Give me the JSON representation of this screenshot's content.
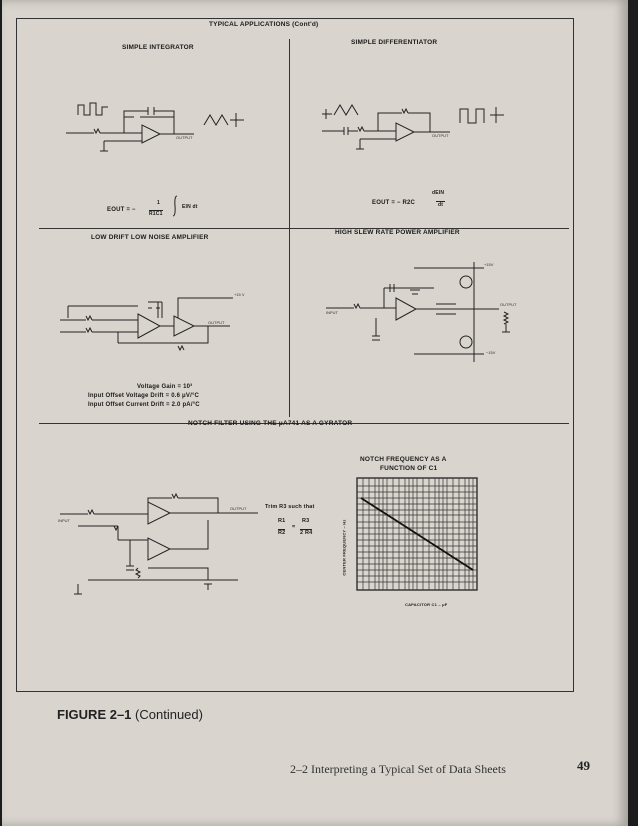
{
  "header": {
    "title": "TYPICAL APPLICATIONS (Cont'd)"
  },
  "integrator": {
    "title": "SIMPLE INTEGRATOR",
    "formula_lhs": "EOUT = −",
    "formula_num": "1",
    "formula_den": "R1C1",
    "formula_rhs": "EIN dt"
  },
  "differentiator": {
    "title": "SIMPLE DIFFERENTIATOR",
    "formula_lhs": "EOUT = − R2C",
    "formula_num": "dEIN",
    "formula_den": "dt"
  },
  "low_drift": {
    "title": "LOW DRIFT LOW NOISE AMPLIFIER",
    "spec1": "Voltage Gain = 10³",
    "spec2": "Input Offset Voltage Drift = 0.6 μV/°C",
    "spec3": "Input Offset Current Drift = 2.0 pA/°C"
  },
  "slew": {
    "title": "HIGH SLEW RATE POWER AMPLIFIER"
  },
  "notch": {
    "title": "NOTCH FILTER USING THE μA741 AS A GYRATOR",
    "trim_text": "Trim R3 such that",
    "eq_r1": "R1",
    "eq_r2": "R2",
    "eq_r3": "R3",
    "eq_2r4": "2 R4",
    "graph_title_1": "NOTCH FREQUENCY AS A",
    "graph_title_2": "FUNCTION OF C1",
    "graph_xlabel": "CAPACITOR C1 – μF",
    "graph_ylabel": "CENTER FREQUENCY – Hz"
  },
  "caption": {
    "figure": "FIGURE 2–1",
    "note": "(Continued)"
  },
  "footer": {
    "text": "2–2  Interpreting a Typical Set of Data Sheets",
    "page_number": "49"
  }
}
